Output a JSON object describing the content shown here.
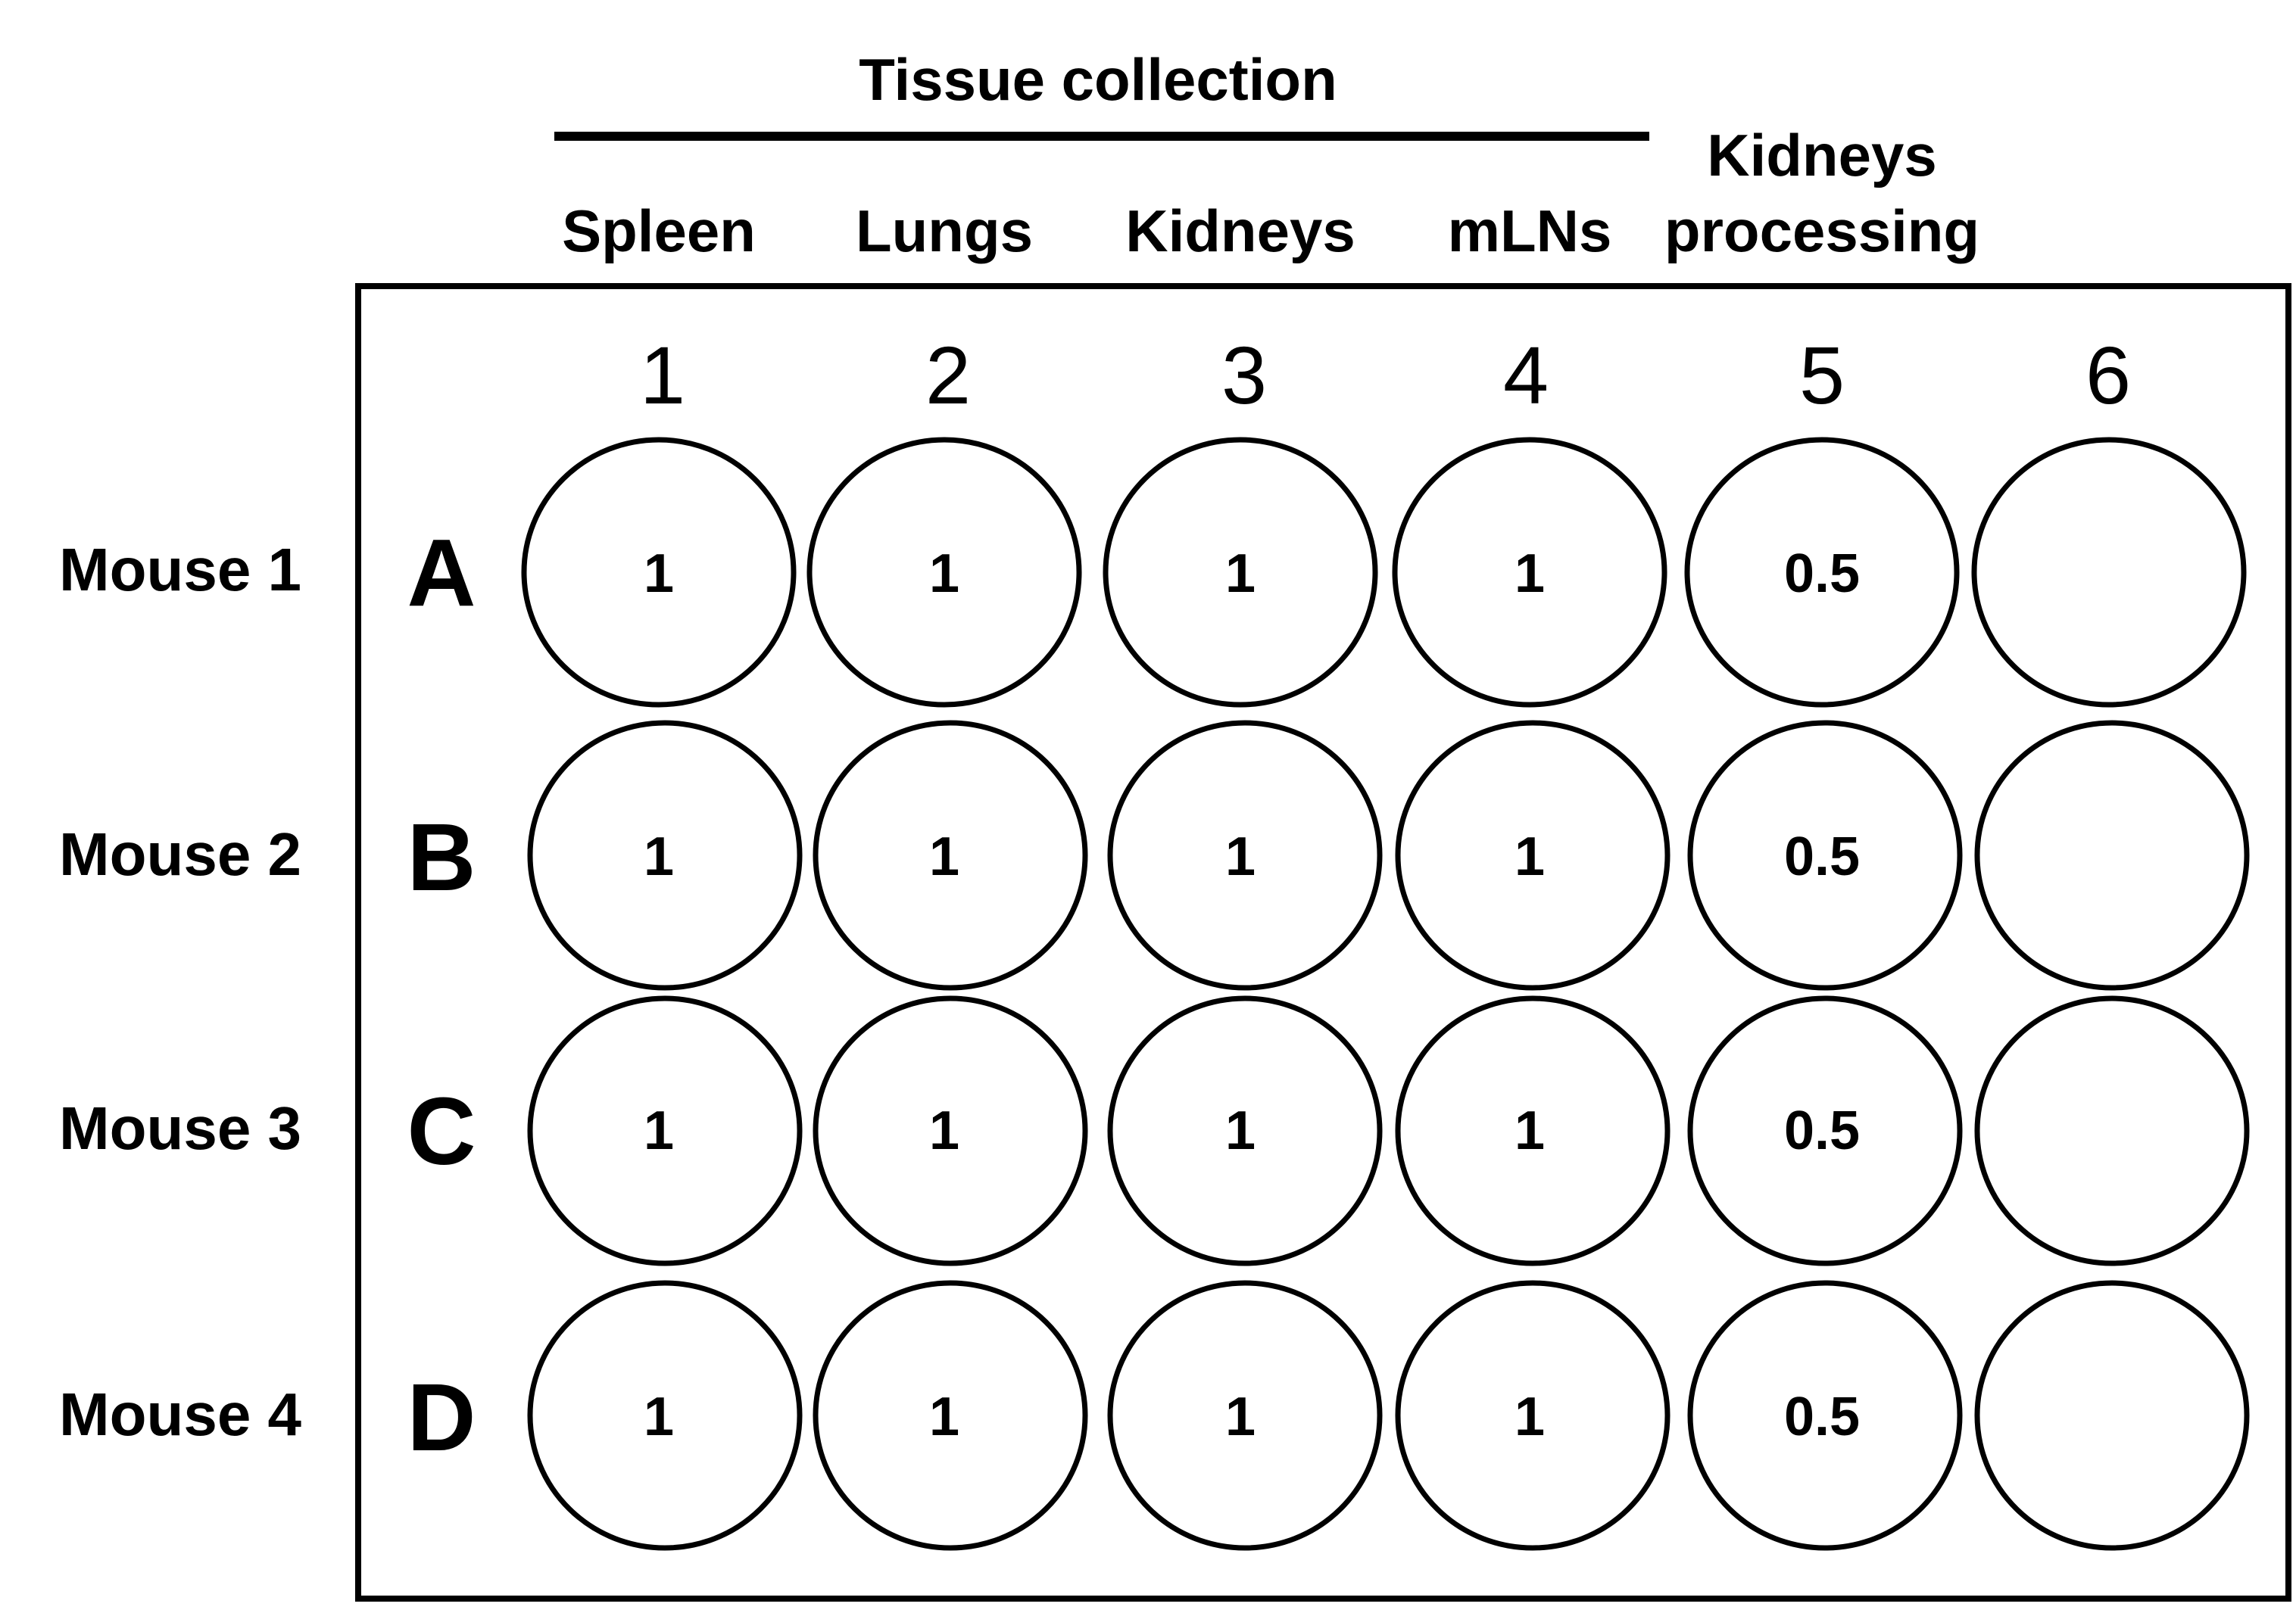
{
  "header": {
    "group_label": "Tissue collection",
    "columns": [
      "Spleen",
      "Lungs",
      "Kidneys",
      "mLNs"
    ],
    "processing_line1": "Kidneys",
    "processing_line2": "processing"
  },
  "plate": {
    "column_numbers": [
      "1",
      "2",
      "3",
      "4",
      "5",
      "6"
    ],
    "rows": [
      {
        "letter": "A",
        "mouse": "Mouse 1",
        "wells": [
          "1",
          "1",
          "1",
          "1",
          "0.5",
          ""
        ]
      },
      {
        "letter": "B",
        "mouse": "Mouse 2",
        "wells": [
          "1",
          "1",
          "1",
          "1",
          "0.5",
          ""
        ]
      },
      {
        "letter": "C",
        "mouse": "Mouse 3",
        "wells": [
          "1",
          "1",
          "1",
          "1",
          "0.5",
          ""
        ]
      },
      {
        "letter": "D",
        "mouse": "Mouse 4",
        "wells": [
          "1",
          "1",
          "1",
          "1",
          "0.5",
          ""
        ]
      }
    ]
  }
}
